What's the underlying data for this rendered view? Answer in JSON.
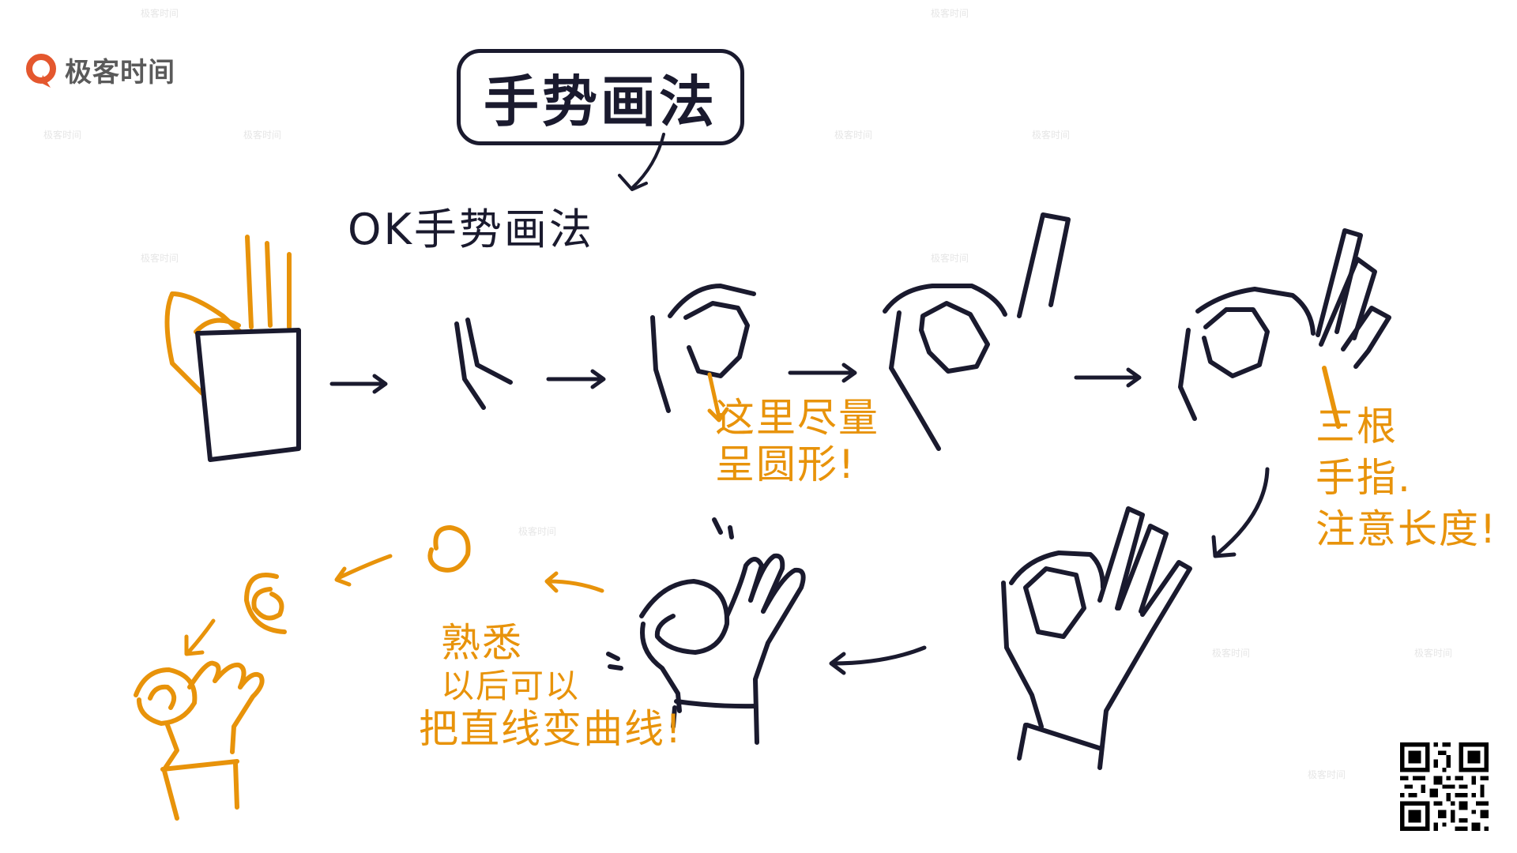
{
  "logo": {
    "name": "极客时间",
    "icon": "geektime-logo-icon"
  },
  "title": "手势画法",
  "subtitle": "OK手势画法",
  "notes": {
    "round": [
      "这里尽量",
      "呈圆形!"
    ],
    "fingers": [
      "三根",
      "手指.",
      "注意长度!"
    ],
    "familiar": [
      "熟悉",
      "以后可以",
      "把直线变曲线!"
    ]
  },
  "watermark": "极客时间",
  "colors": {
    "ink": "#1a1a2e",
    "accent": "#e8930a",
    "logo": "#e4572e"
  },
  "icons": [
    "hand-outline-icon",
    "arrow-right-icon",
    "qr-code-icon"
  ]
}
